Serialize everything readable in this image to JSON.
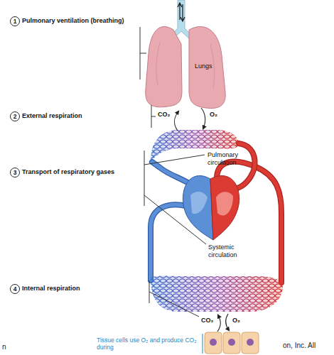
{
  "diagram": {
    "labels": [
      "1",
      "Pulmonary ventilation (breathing)",
      "Lungs",
      "CO₂",
      "O₂",
      "2",
      "External respiration",
      "Pulmonary circulation",
      "3",
      "Transport of respiratory gases",
      "Systemic circulation",
      "4",
      "Internal respiration",
      "CO₂",
      "O₂",
      "Tissue cells use O₂ and produce CO₂ during",
      "n",
      "on, Inc. All"
    ]
  }
}
